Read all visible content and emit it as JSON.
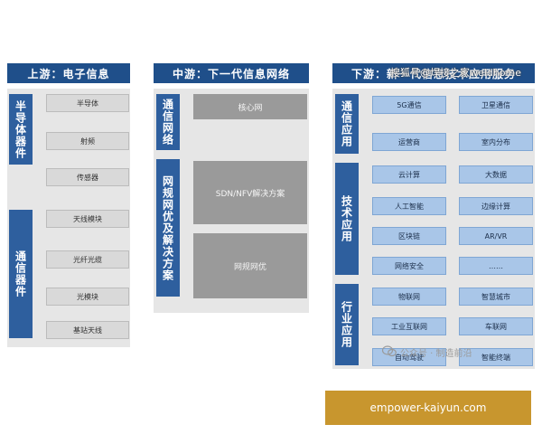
{
  "upstream": {
    "header": "上游：电子信息",
    "groups": [
      {
        "label": "半导体器件",
        "items": [
          "半导体",
          "射频",
          "传感器"
        ]
      },
      {
        "label": "通信器件",
        "items": [
          "天线模块",
          "光纤光缆",
          "光模块",
          "基站天线"
        ]
      }
    ]
  },
  "midstream": {
    "header": "中游：下一代信息网络",
    "groups": [
      {
        "label": "通信网络",
        "items": [
          "核心网"
        ]
      },
      {
        "label": "网规网优及解决方案",
        "items": [
          "SDN/NFV解决方案",
          "网规网优"
        ]
      }
    ]
  },
  "downstream": {
    "header": "下游：新一代信息技术应用服务",
    "groups": [
      {
        "label": "通信应用",
        "items": [
          "5G通信",
          "卫星通信",
          "运营商",
          "室内分布"
        ]
      },
      {
        "label": "技术应用",
        "items": [
          "云计算",
          "大数据",
          "人工智能",
          "边缘计算",
          "区块链",
          "AR/VR",
          "网络安全",
          "……"
        ]
      },
      {
        "label": "行业应用",
        "items": [
          "物联网",
          "智慧城市",
          "工业互联网",
          "车联网",
          "自动驾驶",
          "智能终端"
        ]
      }
    ]
  },
  "watermarks": {
    "top": "搜狐号@焊接之家weldhome",
    "middle": "公众号 · 制造前沿"
  },
  "brand_label": "empower-kaiyun.com",
  "colors": {
    "header_bg": "#1f4f8a",
    "side_label_bg": "#2e5f9e",
    "gray_box": "#d9d9d9",
    "blue_box": "#a9c6e8",
    "mid_box": "#9a9a9a",
    "brand_bg": "#c8962e"
  }
}
